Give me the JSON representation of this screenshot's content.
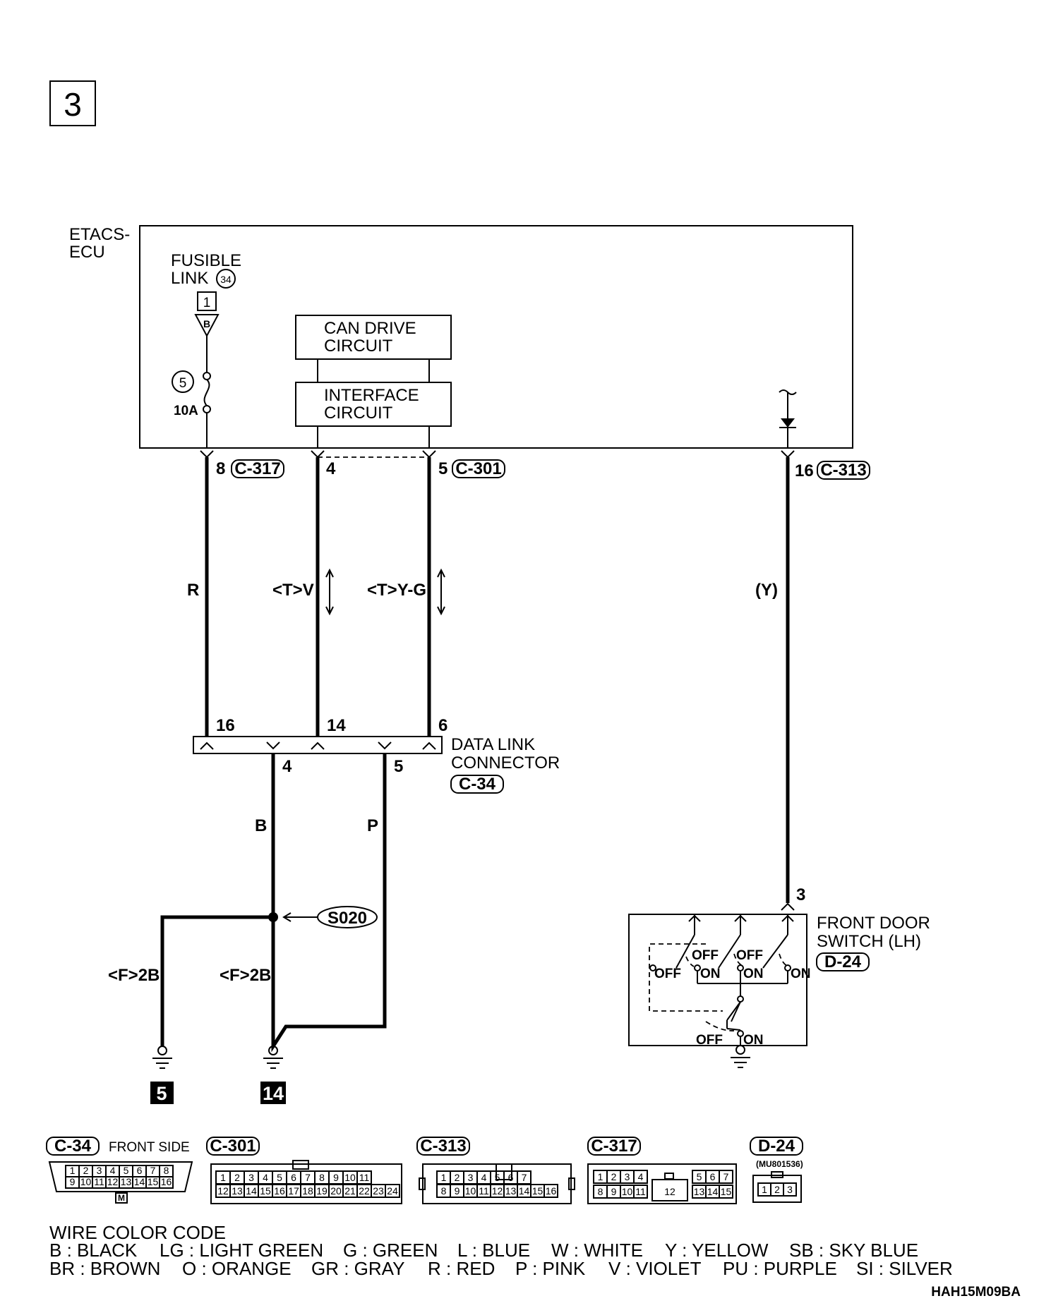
{
  "page_number": "3",
  "ecu": {
    "line1": "ETACS-",
    "line2": "ECU"
  },
  "fusible_link": {
    "line1": "FUSIBLE",
    "line2": "LINK",
    "number": "34",
    "box": "1",
    "terminal": "B"
  },
  "fuse": {
    "number": "5",
    "rating": "10A"
  },
  "circuits": {
    "can_drive": [
      "CAN DRIVE",
      "CIRCUIT"
    ],
    "interface": [
      "INTERFACE",
      "CIRCUIT"
    ]
  },
  "ecu_pins": {
    "p8": "8",
    "p4": "4",
    "p5": "5",
    "p16": "16"
  },
  "connector_tags": {
    "c317": "C-317",
    "c301": "C-301",
    "c313": "C-313",
    "c34": "C-34",
    "d24": "D-24",
    "s020": "S020"
  },
  "wires": {
    "r": "R",
    "tv": "<T>V",
    "tyg": "<T>Y-G",
    "y": "(Y)",
    "b": "B",
    "p": "P",
    "f2b_left": "<F>2B",
    "f2b_right": "<F>2B"
  },
  "dlc": {
    "line1": "DATA LINK",
    "line2": "CONNECTOR",
    "top_pins": [
      "16",
      "14",
      "6"
    ],
    "bottom_pins": [
      "4",
      "5"
    ]
  },
  "door_switch": {
    "line1": "FRONT DOOR",
    "line2": "SWITCH (LH)",
    "pin": "3",
    "off": "OFF",
    "on": "ON"
  },
  "grounds": [
    "5",
    "14"
  ],
  "connector_views": {
    "c34_label": "FRONT SIDE",
    "c34_row1": [
      "1",
      "2",
      "3",
      "4",
      "5",
      "6",
      "7",
      "8"
    ],
    "c34_row2": [
      "9",
      "10",
      "11",
      "12",
      "13",
      "14",
      "15",
      "16"
    ],
    "c34_key": "M",
    "c301_row1": [
      "1",
      "2",
      "3",
      "4",
      "5",
      "6",
      "7",
      "8",
      "9",
      "10",
      "11"
    ],
    "c301_row2": [
      "12",
      "13",
      "14",
      "15",
      "16",
      "17",
      "18",
      "19",
      "20",
      "21",
      "22",
      "23",
      "24"
    ],
    "c313_row1": [
      "1",
      "2",
      "3",
      "4",
      "5",
      "6",
      "7"
    ],
    "c313_row2": [
      "8",
      "9",
      "10",
      "11",
      "12",
      "13",
      "14",
      "15",
      "16"
    ],
    "c317_row1a": [
      "1",
      "2",
      "3",
      "4"
    ],
    "c317_row1b": [
      "5",
      "6",
      "7"
    ],
    "c317_row2a": [
      "8",
      "9",
      "10",
      "11"
    ],
    "c317_row2b": [
      "13",
      "14",
      "15"
    ],
    "c317_mid": "12",
    "d24_part": "(MU801536)",
    "d24_pins": [
      "1",
      "2",
      "3"
    ]
  },
  "wire_color_code": {
    "title": "WIRE COLOR CODE",
    "row1": [
      "B : BLACK",
      "LG : LIGHT GREEN",
      "G : GREEN",
      "L : BLUE",
      "W : WHITE",
      "Y : YELLOW",
      "SB : SKY BLUE"
    ],
    "row2": [
      "BR : BROWN",
      "O : ORANGE",
      "GR : GRAY",
      "R : RED",
      "P : PINK",
      "V : VIOLET",
      "PU : PURPLE",
      "SI : SILVER"
    ]
  },
  "figure_code": "HAH15M09BA"
}
